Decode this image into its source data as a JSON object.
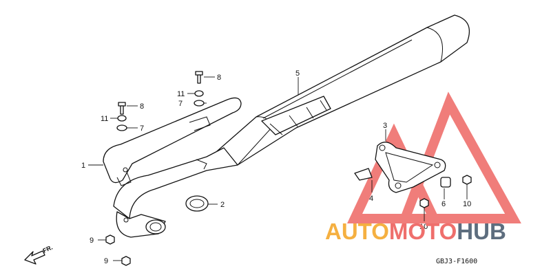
{
  "diagram": {
    "code": "GBJ3-F1600",
    "direction_label": "FR.",
    "callouts": [
      {
        "id": "c1",
        "text": "1"
      },
      {
        "id": "c2",
        "text": "2"
      },
      {
        "id": "c3",
        "text": "3"
      },
      {
        "id": "c4",
        "text": "4"
      },
      {
        "id": "c5",
        "text": "5"
      },
      {
        "id": "c6",
        "text": "6"
      },
      {
        "id": "c7a",
        "text": "7"
      },
      {
        "id": "c7b",
        "text": "7"
      },
      {
        "id": "c8a",
        "text": "8"
      },
      {
        "id": "c8b",
        "text": "8"
      },
      {
        "id": "c9a",
        "text": "9"
      },
      {
        "id": "c9b",
        "text": "9"
      },
      {
        "id": "c10a",
        "text": "10"
      },
      {
        "id": "c10b",
        "text": "10"
      },
      {
        "id": "c11a",
        "text": "11"
      },
      {
        "id": "c11b",
        "text": "11"
      }
    ]
  },
  "watermark": {
    "part_a": "AUTO",
    "part_b": "MOTO",
    "part_c": "HUB",
    "color_a": "#f5b041",
    "color_b": "#ef6f6c",
    "color_c": "#5d6d7e",
    "logo_color": "#ef6f6c"
  }
}
